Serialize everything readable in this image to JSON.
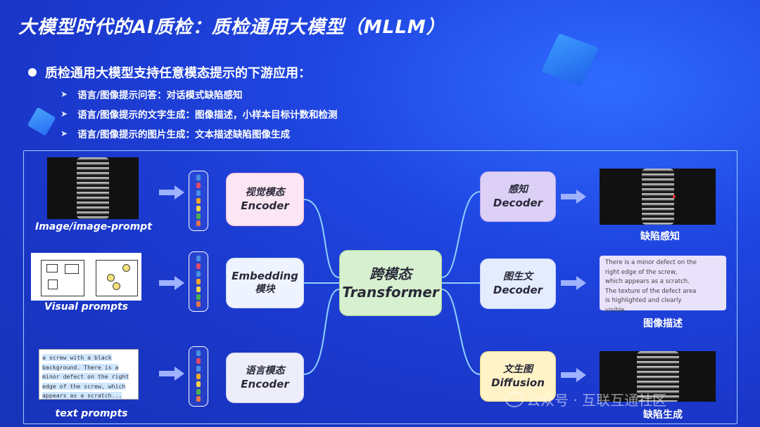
{
  "title": "大模型时代的AI质检：质检通用大模型（MLLM）",
  "bullets": {
    "main": "质检通用大模型支持任意模态提示的下游应用：",
    "subs": [
      "语言/图像提示问答：对话模式缺陷感知",
      "语言/图像提示的文字生成：图像描述，小样本目标计数和检测",
      "语言/图像提示的图片生成：文本描述缺陷图像生成"
    ]
  },
  "inputs": {
    "image_caption": "Image/image-prompt",
    "visual_caption": "Visual prompts",
    "text_caption": "text prompts",
    "text_prompt_lines": [
      "a screw with a black",
      "background. There is a",
      "minor defect on the right",
      "edge of the screw, which",
      "appears as a scratch..."
    ]
  },
  "modules": {
    "enc1": {
      "line1": "视觉模态",
      "line2": "Encoder"
    },
    "emb": {
      "line1": "Embedding",
      "line2": "模块"
    },
    "enc3": {
      "line1": "语言模态",
      "line2": "Encoder"
    },
    "transformer": {
      "line1": "跨模态",
      "line2": "Transformer"
    },
    "dec1": {
      "line1": "感知",
      "line2": "Decoder"
    },
    "dec2": {
      "line1": "图生文",
      "line2": "Decoder"
    },
    "diff": {
      "line1": "文生图",
      "line2": "Diffusion"
    }
  },
  "outputs": {
    "out1_caption": "缺陷感知",
    "out2_caption": "图像描述",
    "out3_caption": "缺陷生成",
    "description_lines": [
      "There is a minor defect on the",
      "right edge of the screw,",
      "which appears as a scratch.",
      "The texture of the defect area",
      "is highlighted and clearly",
      "visible."
    ]
  },
  "watermark": "公众号 · 互联互通社区",
  "colors": {
    "background": "#1f45e0",
    "frame": "#9cd0ff",
    "token_colors": [
      "#4a90e2",
      "#e24a6b",
      "#f5a623",
      "#f8d347",
      "#4caf50",
      "#e2734a"
    ]
  }
}
